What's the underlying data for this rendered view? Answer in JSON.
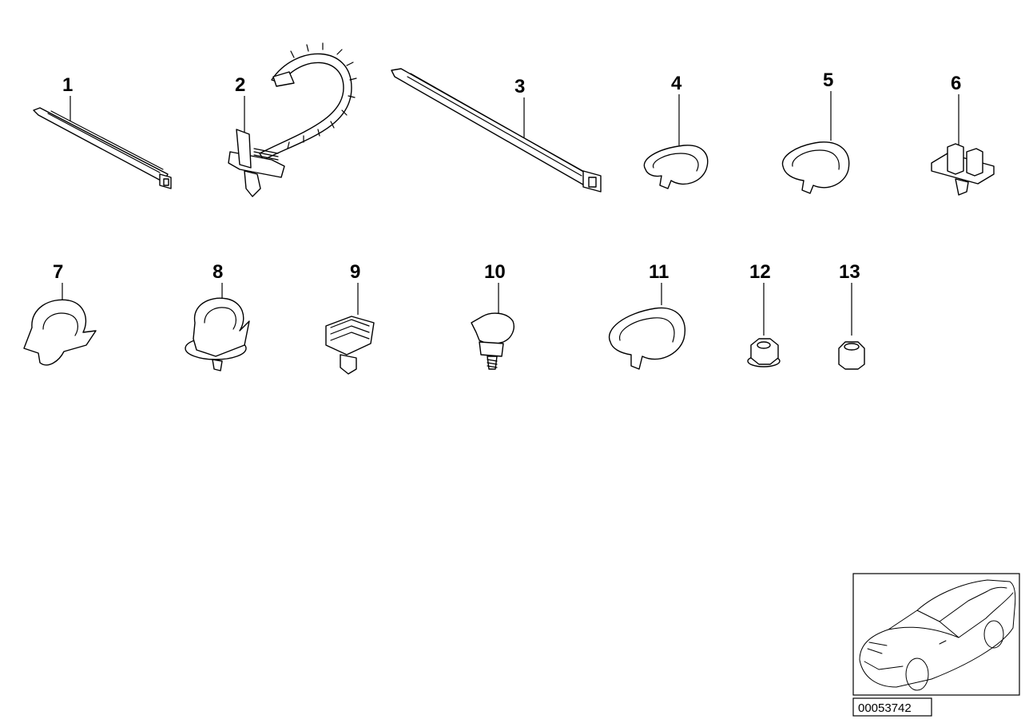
{
  "callouts": [
    "1",
    "2",
    "3",
    "4",
    "5",
    "6",
    "7",
    "8",
    "9",
    "10",
    "11",
    "12",
    "13"
  ],
  "reference_number": "00053742"
}
